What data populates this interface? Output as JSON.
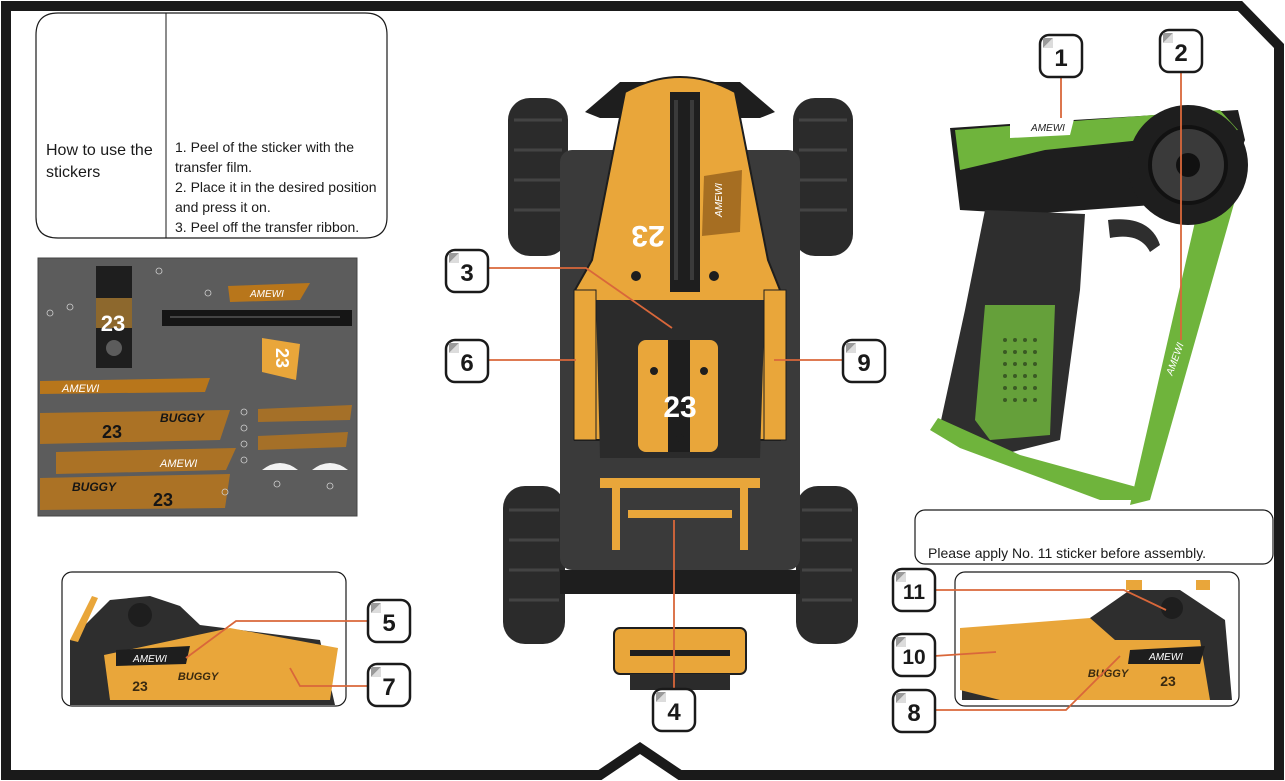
{
  "instructions": {
    "heading": "How to use the stickers",
    "steps": [
      "1. Peel of the sticker with the transfer film.",
      "2. Place it in the desired position and press it on.",
      "3. Peel off the transfer ribbon."
    ]
  },
  "note": "Please apply No. 11 sticker before assembly.",
  "sticker_sheet": {
    "number": "23",
    "brand": "AMEWI",
    "model": "BUGGY"
  },
  "callouts": [
    "1",
    "2",
    "3",
    "4",
    "5",
    "6",
    "7",
    "8",
    "9",
    "10",
    "11"
  ],
  "colors": {
    "frame": "#1a1a1a",
    "body_orange": "#e9a63a",
    "sheet_gray": "#5c5c5c",
    "controller_green": "#6fb43c",
    "leader_line": "#d9673a"
  },
  "icons": [
    "peel-corner-icon"
  ]
}
